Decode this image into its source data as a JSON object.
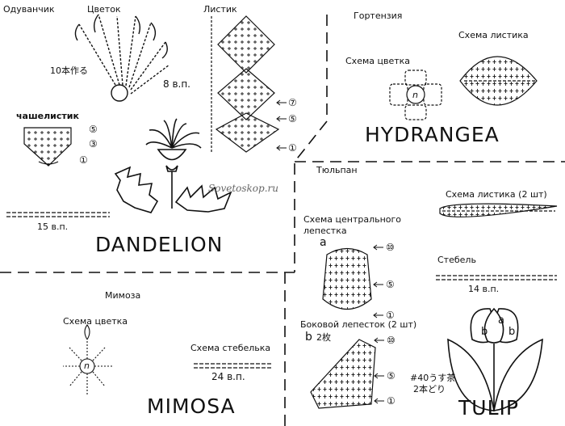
{
  "dandelion": {
    "title": "DANDELION",
    "label_ru": "Одуванчик",
    "flower_label": "Цветок",
    "leaf_label": "Листик",
    "sepal_label": "чашелистик",
    "jp_make10": "10本作る",
    "ch8": "8 в.п.",
    "ch15": "15 в.п.",
    "rows_leaf": [
      "⑦",
      "⑤",
      "①"
    ],
    "rows_sepal": [
      "⑤",
      "③",
      "①"
    ]
  },
  "hydrangea": {
    "title": "HYDRANGEA",
    "label_ru": "Гортензия",
    "flower_scheme": "Схема цветка",
    "leaf_scheme": "Схема листика",
    "ring": "n"
  },
  "tulip": {
    "title": "TULIP",
    "label_ru": "Тюльпан",
    "leaf_scheme": "Схема листика (2 шт)",
    "central_petal_1": "Схема центрального",
    "central_petal_2": "лепестка",
    "mark_a": "a",
    "side_petal": "Боковой лепесток (2 шт)",
    "mark_b": "b",
    "jp_2": "2枚",
    "stem": "Стебель",
    "ch14": "14 в.п.",
    "jp_yarn_1": "#40うす茶",
    "jp_yarn_2": "2本どり",
    "rows_a": [
      "⑩",
      "⑤",
      "①"
    ],
    "rows_b": [
      "⑩",
      "⑤",
      "①"
    ],
    "bud_a": "a",
    "bud_b1": "b",
    "bud_b2": "b"
  },
  "mimosa": {
    "title": "MIMOSA",
    "label_ru": "Мимоза",
    "flower_scheme": "Схема цветка",
    "stem_scheme": "Схема стебелька",
    "ch24": "24 в.п.",
    "ring": "n"
  },
  "watermark": "Sovetoskop.ru"
}
